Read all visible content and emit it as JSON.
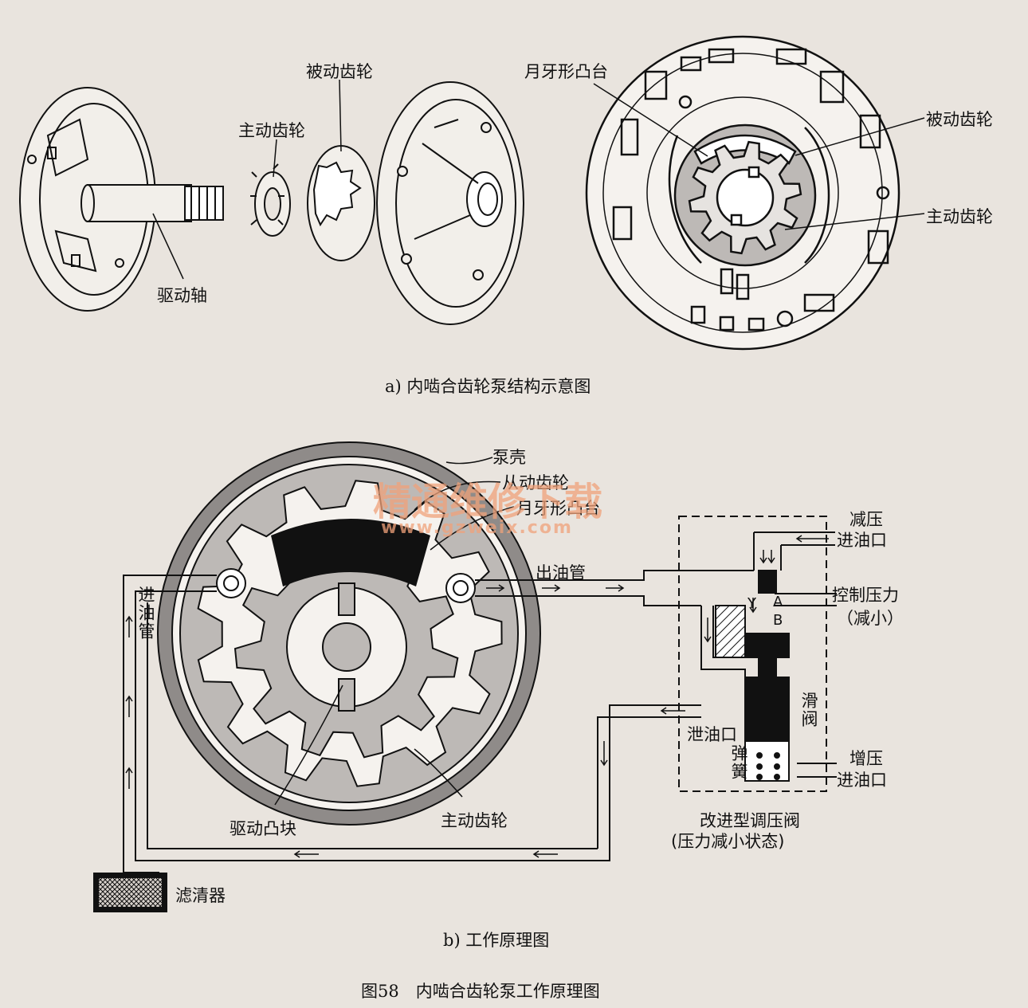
{
  "figure": {
    "caption": "图58　内啮合齿轮泵工作原理图"
  },
  "part_a": {
    "caption": "a) 内啮合齿轮泵结构示意图",
    "labels": {
      "driven_gear_top": "被动齿轮",
      "drive_gear_top": "主动齿轮",
      "drive_shaft": "驱动轴",
      "crescent": "月牙形凸台",
      "driven_gear_right": "被动齿轮",
      "drive_gear_right": "主动齿轮"
    }
  },
  "part_b": {
    "caption": "b) 工作原理图",
    "labels": {
      "pump_housing": "泵壳",
      "driven_gear": "从动齿轮",
      "crescent": "月牙形凸台",
      "outlet_pipe": "出油管",
      "inlet_pipe": "进油管",
      "drive_lug": "驱动凸块",
      "drive_gear": "主动齿轮",
      "filter": "滤清器",
      "reduce_inlet_1": "减压",
      "reduce_inlet_2": "进油口",
      "control_pressure": "控制压力",
      "reduced": "（减小）",
      "drain": "泄油口",
      "spool": "滑阀",
      "spring": "弹簧",
      "boost_inlet_1": "增压",
      "boost_inlet_2": "进油口",
      "valve_name": "改进型调压阀",
      "valve_state": "(压力减小状态)",
      "port_a": "A",
      "port_b": "B",
      "port_y": "Y"
    }
  },
  "watermark": {
    "title": "精通维修下载",
    "url": "www.gzweix.com"
  },
  "colors": {
    "background": "#e9e4de",
    "ink": "#111111",
    "gear_fill": "#bdb9b6",
    "watermark": "#f0a27a"
  }
}
